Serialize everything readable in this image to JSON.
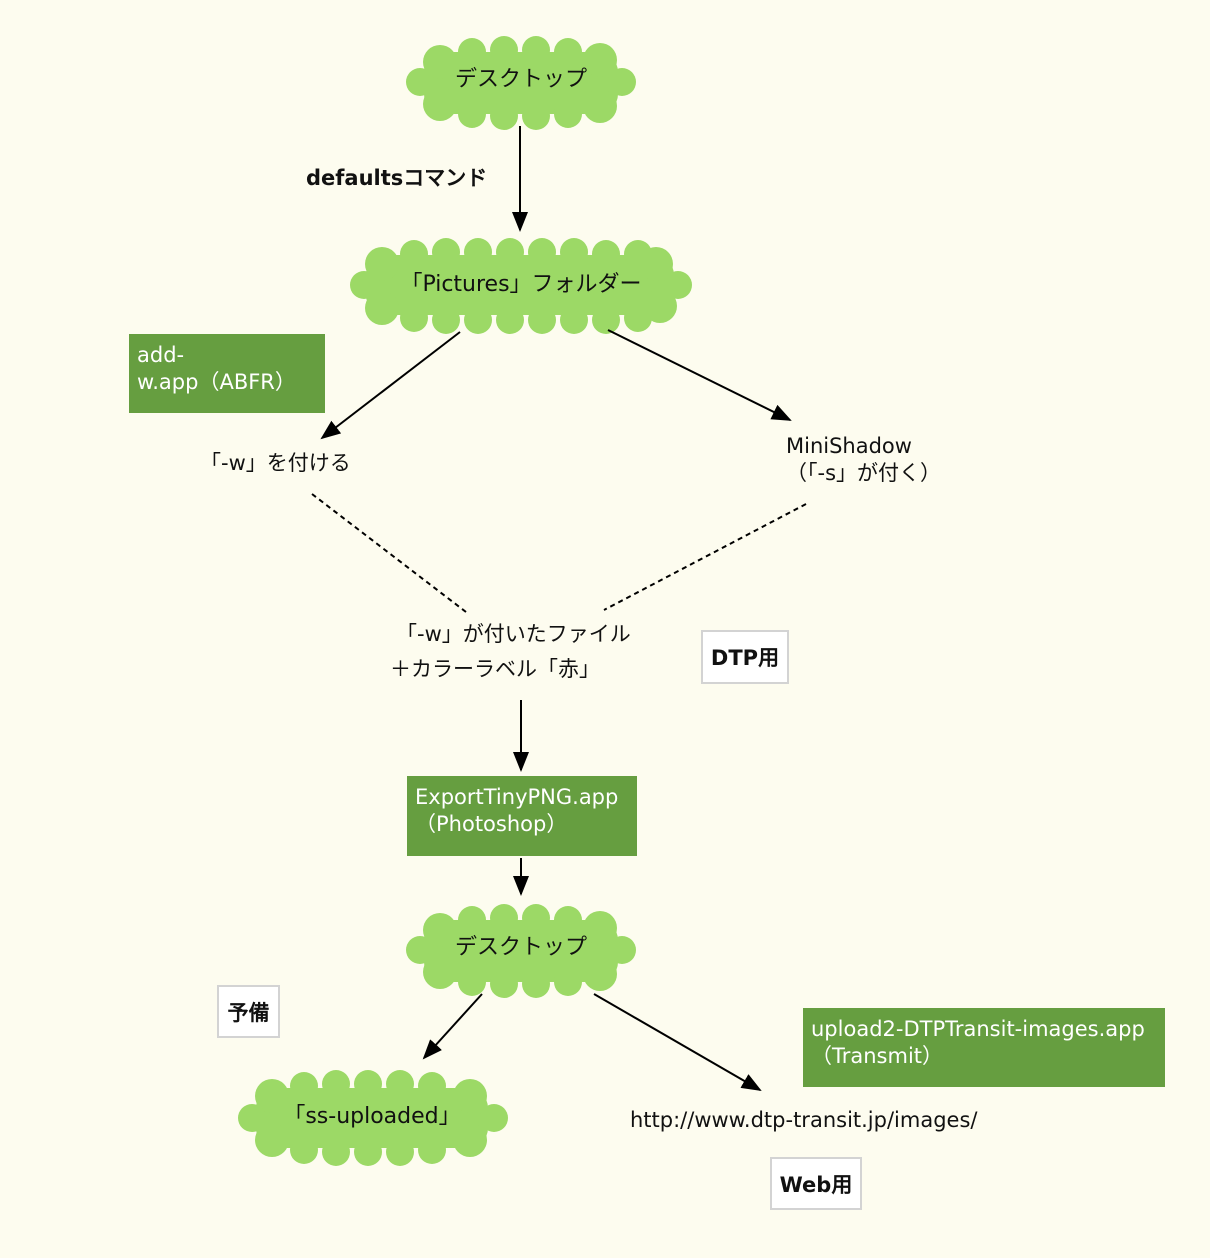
{
  "colors": {
    "background": "#fdfcef",
    "cloud_fill": "#9cd966",
    "app_box_fill": "#669e40",
    "tag_box_border": "#d3d3d3"
  },
  "nodes": {
    "desktop_top": "デスクトップ",
    "pictures_folder": "「Pictures」フォルダー",
    "add_w": "「-w」を付ける",
    "minishadow_line1": "MiniShadow",
    "minishadow_line2": "（「-s」が付く）",
    "w_file_line1": "「-w」が付いたファイル",
    "w_file_line2": "＋カラーラベル「赤」",
    "desktop_bottom": "デスクトップ",
    "ss_uploaded": "「ss-uploaded」",
    "url": "http://www.dtp-transit.jp/images/"
  },
  "edges": {
    "defaults_command": "defaultsコマンド"
  },
  "apps": {
    "add_w_app_line1": "add-",
    "add_w_app_line2": "w.app（ABFR）",
    "export_line1": "ExportTinyPNG.app",
    "export_line2": "（Photoshop）",
    "upload_line1": "upload2-DTPTransit-images.app",
    "upload_line2": "（Transmit）"
  },
  "tags": {
    "dtp": "DTP用",
    "backup": "予備",
    "web": "Web用"
  }
}
